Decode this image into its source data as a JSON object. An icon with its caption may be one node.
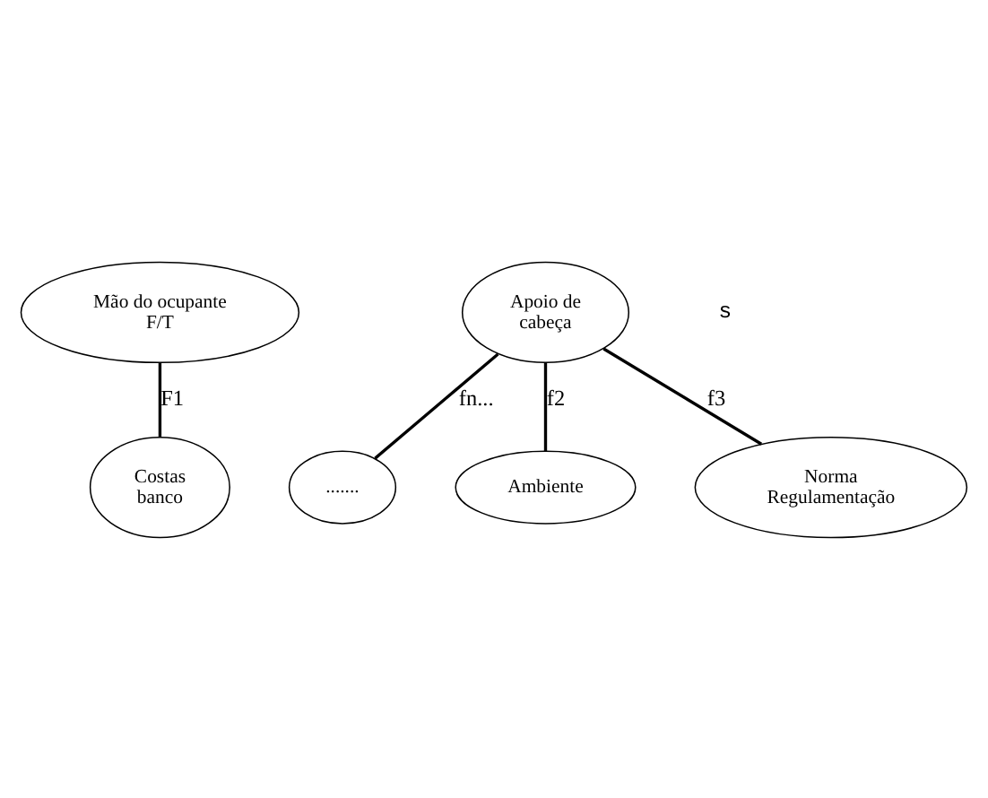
{
  "diagram": {
    "nodes": [
      {
        "text": [
          "Mão do ocupante F/T"
        ]
      },
      {
        "text": [
          "Costas banco"
        ]
      },
      {
        "text": [
          "Apoio de cabeça"
        ]
      },
      {
        "text": [
          "......."
        ]
      },
      {
        "text": [
          "Ambiente"
        ]
      },
      {
        "text": [
          "Norma Regulamentação"
        ]
      }
    ],
    "edges": [
      {
        "from": 0,
        "to": 1,
        "arrow": "none",
        "label": "F1"
      },
      {
        "from": 2,
        "to": 3,
        "arrow": "none",
        "label": "fn..."
      },
      {
        "from": 2,
        "to": 4,
        "arrow": "none",
        "label": "f2"
      },
      {
        "from": 2,
        "to": 5,
        "arrow": "none",
        "label": "f3"
      }
    ],
    "labels": [
      "s"
    ]
  }
}
